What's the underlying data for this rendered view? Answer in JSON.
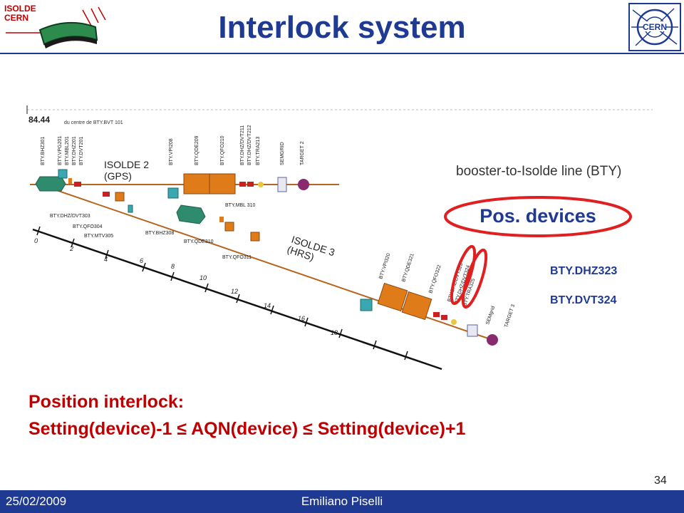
{
  "header": {
    "title": "Interlock system",
    "logo_left": {
      "line1": "ISOLDE",
      "line2": "CERN",
      "icon": "isolde-magnet-logo"
    },
    "logo_right": {
      "text": "CERN",
      "icon": "cern-logo"
    }
  },
  "diagram": {
    "caption": "booster-to-Isolde  line (BTY)",
    "distance": "84.44",
    "distance_note": "du centre de BTY.BVT 101",
    "branch_upper": {
      "line1": "ISOLDE 2",
      "line2": "(GPS)"
    },
    "branch_lower": {
      "line1": "ISOLDE 3",
      "line2": "(HRS)"
    },
    "upper_labels": [
      "BTY.BHZ301",
      "BTY.VPG201",
      "BTY.MBL201",
      "BTY.DHZ201",
      "BTY.DVT201",
      "BTY.VPI208",
      "BTY.QDE209",
      "BTY.QFO210",
      "BTY.DHZ/DVT211",
      "BTY.DHZ/DVT212",
      "BTY.TRA213",
      "SEMGRID",
      "TARGET 2"
    ],
    "lower_labels": [
      "BTY.DHZ/DVT303",
      "BTY.QFO304",
      "BTY.MTV305",
      "BTY.BHZ308",
      "BTY.MBL 310",
      "BTY.QDE310",
      "BTY.QFO311"
    ],
    "hrs_labels": [
      "BTY.VPI320",
      "BTY.QDE321",
      "BTY.QFO322",
      "BTY.DHZ/DVT323",
      "BTY.DHZ/DVT324",
      "BTY.TRA325",
      "SEMgrid",
      "TARGET 3"
    ],
    "scale_ticks": [
      "0",
      "2",
      "4",
      "6",
      "8",
      "10",
      "12",
      "14",
      "16",
      "18"
    ],
    "colors": {
      "dipole": "#2e8b6e",
      "quad": "#e07b1a",
      "corrector": "#cc1f1f",
      "monitor": "#3aa8b0",
      "target": "#8a2a6e",
      "beam": "#b5651d",
      "highlight": "#e02020"
    }
  },
  "pos_devices": {
    "label": "Pos. devices",
    "items": [
      "BTY.DHZ323",
      "BTY.DVT324"
    ]
  },
  "interlock": {
    "heading": "Position interlock:",
    "formula": "Setting(device)-1 ≤ AQN(device) ≤ Setting(device)+1"
  },
  "footer": {
    "date": "25/02/2009",
    "author": "Emiliano Piselli",
    "page": "34"
  }
}
